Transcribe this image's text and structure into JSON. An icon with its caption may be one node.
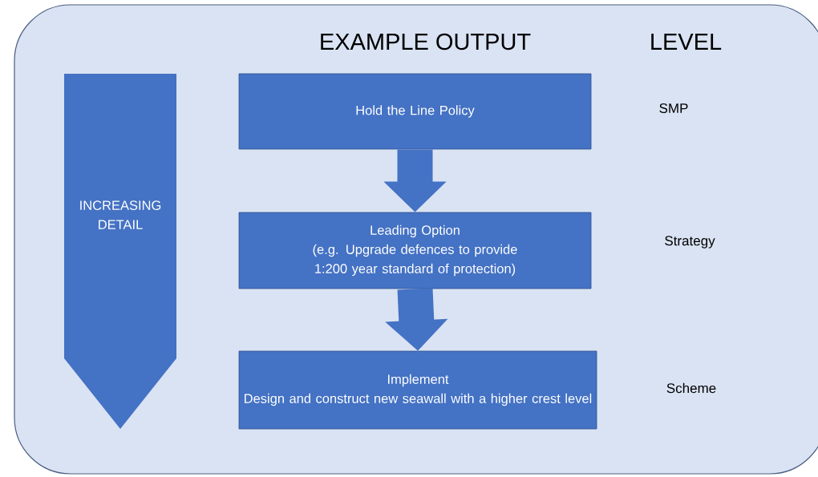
{
  "diagram": {
    "nodes": [
      {
        "text": [
          "INCREASING DETAIL"
        ]
      },
      {
        "text": [
          "Hold the Line Policy"
        ]
      },
      {
        "text": [
          "Leading Option",
          "(e.g. Upgrade defences to provide 1:200 year standard of protection)"
        ]
      },
      {
        "text": [
          "Implement",
          "Design and construct new seawall with a higher crest level"
        ]
      }
    ],
    "edges": [
      {
        "from": 1,
        "to": 2,
        "arrow": "to"
      },
      {
        "from": 2,
        "to": 3,
        "arrow": "to"
      }
    ],
    "labels": [
      "EXAMPLE OUTPUT",
      "LEVEL",
      "SMP",
      "Strategy",
      "Scheme"
    ]
  }
}
